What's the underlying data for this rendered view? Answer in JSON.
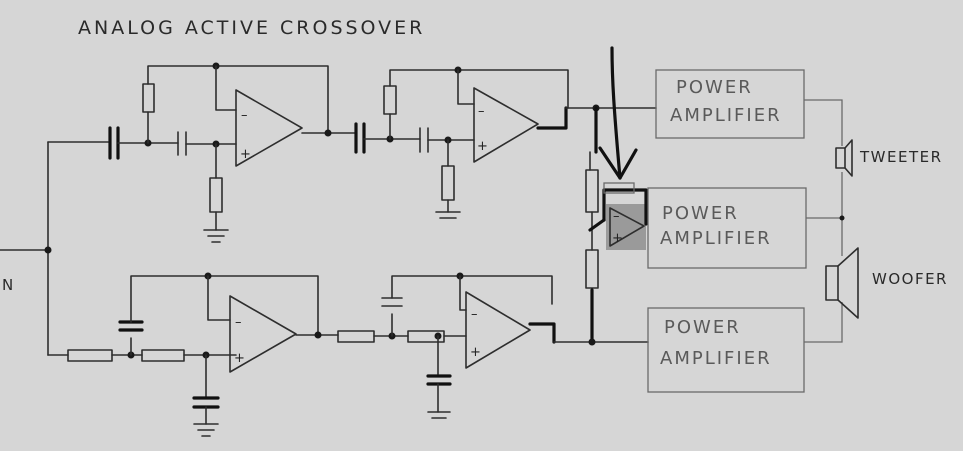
{
  "diagram": {
    "title": "ANALOG ACTIVE CROSSOVER",
    "input_label": "N",
    "power_amplifiers": [
      {
        "line1": "POWER",
        "line2": "AMPLIFIER"
      },
      {
        "line1": "POWER",
        "line2": "AMPLIFIER"
      },
      {
        "line1": "POWER",
        "line2": "AMPLIFIER"
      }
    ],
    "speakers": {
      "tweeter": "TWEETER",
      "woofer": "WOOFER"
    },
    "opamp_signs": {
      "minus": "–",
      "plus": "+"
    }
  }
}
